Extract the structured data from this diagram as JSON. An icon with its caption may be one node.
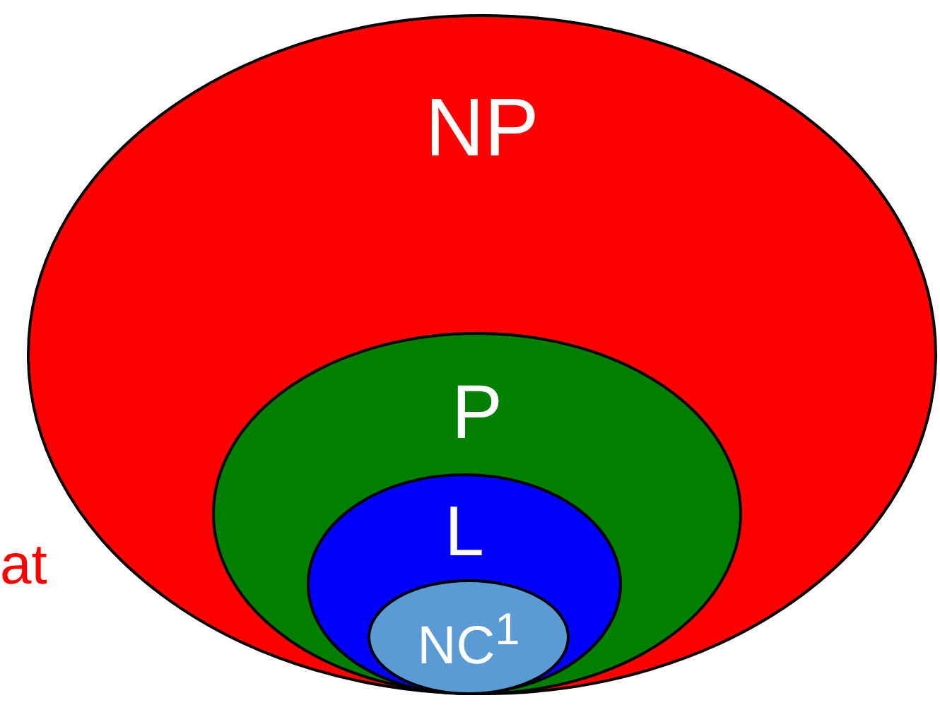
{
  "diagram": {
    "nodes": [
      {
        "text": [
          "NP"
        ]
      },
      {
        "text": [
          "P"
        ],
        "in": 0
      },
      {
        "text": [
          "L"
        ],
        "in": 1
      },
      {
        "text": [
          "NC$^{1}$"
        ],
        "in": 2
      }
    ],
    "labels": [
      "at"
    ]
  }
}
